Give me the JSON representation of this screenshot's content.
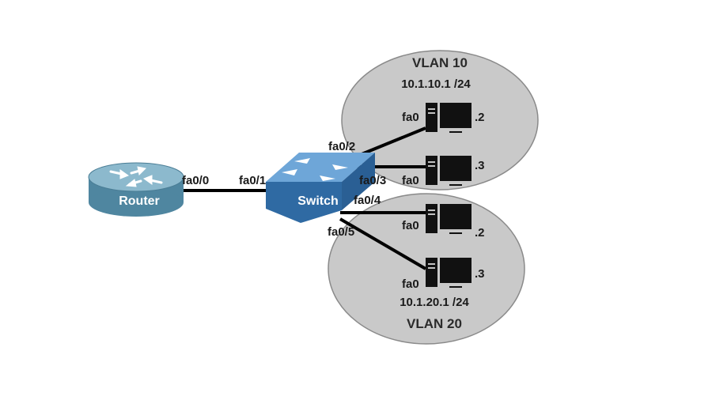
{
  "colors": {
    "vlan_zone": "#c9c9c9",
    "vlan_zone_stroke": "#8a8a8a",
    "router_body": "#4f86a0",
    "switch_body": "#3b78b4",
    "link": "#000000"
  },
  "router": {
    "label": "Router",
    "icon": "router-icon",
    "port": "fa0/0"
  },
  "switch": {
    "label": "Switch",
    "icon": "switch-icon",
    "ports": {
      "p1": "fa0/1",
      "p2": "fa0/2",
      "p3": "fa0/3",
      "p4": "fa0/4",
      "p5": "fa0/5"
    }
  },
  "vlan10": {
    "title": "VLAN 10",
    "gateway": "10.1.10.1 /24",
    "hosts": [
      {
        "port": "fa0",
        "host": ".2",
        "icon": "pc-icon"
      },
      {
        "port": "fa0",
        "host": ".3",
        "icon": "pc-icon"
      }
    ]
  },
  "vlan20": {
    "title": "VLAN 20",
    "gateway": "10.1.20.1 /24",
    "hosts": [
      {
        "port": "fa0",
        "host": ".2",
        "icon": "pc-icon"
      },
      {
        "port": "fa0",
        "host": ".3",
        "icon": "pc-icon"
      }
    ]
  }
}
